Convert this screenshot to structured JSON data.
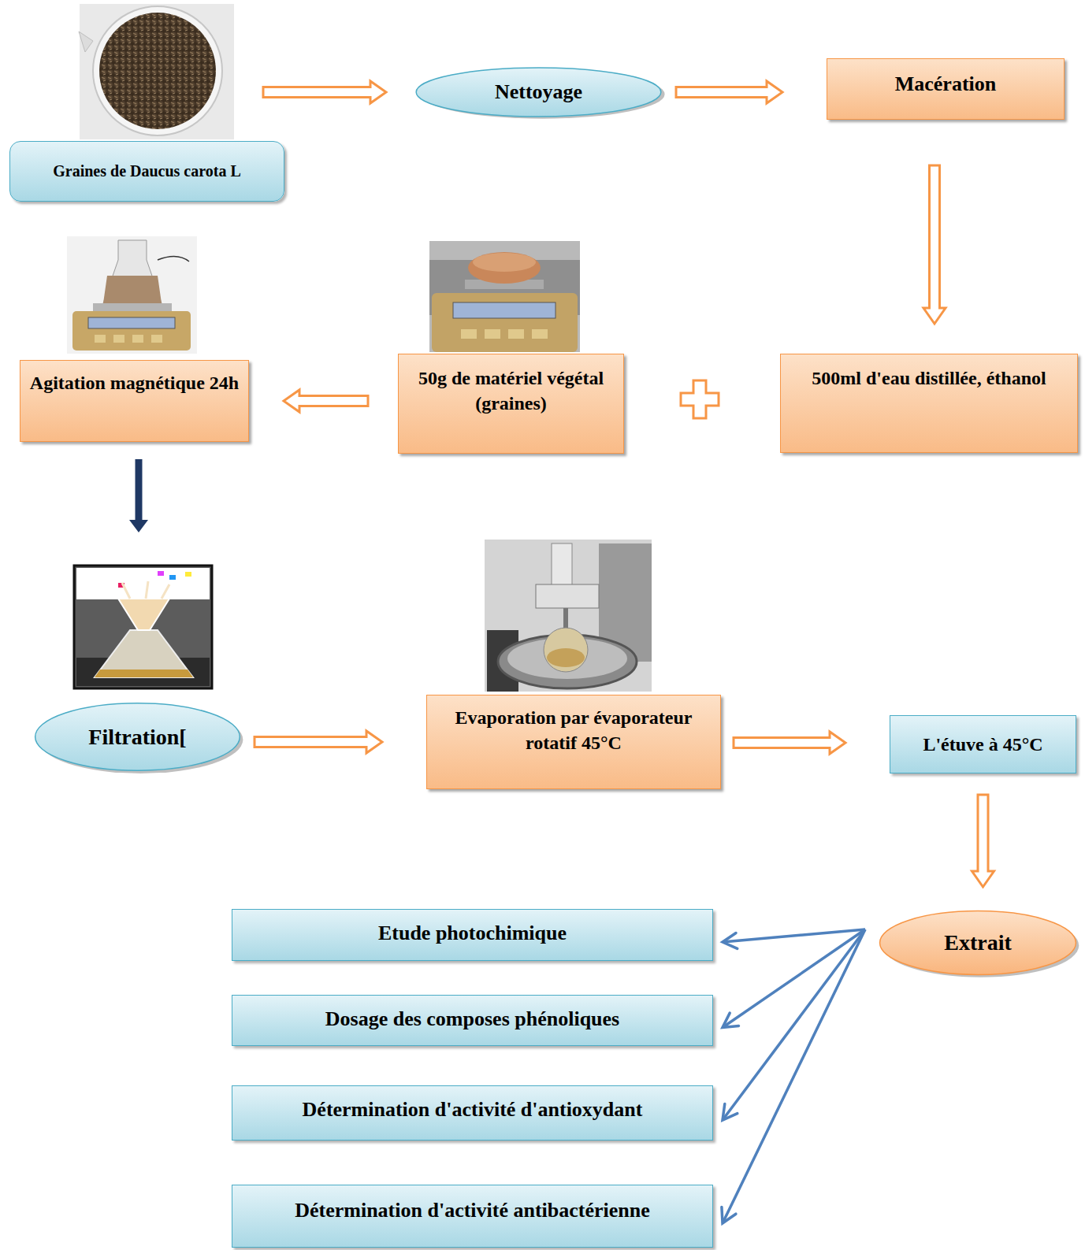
{
  "diagram": {
    "nodes": [
      {
        "text": [
          "Graines de Daucus carota L"
        ]
      },
      {
        "text": [
          "Nettoyage"
        ]
      },
      {
        "text": [
          "Macération"
        ]
      },
      {
        "text": [
          "Agitation magnétique 24h"
        ]
      },
      {
        "text": [
          "50g de matériel végétal (graines)"
        ]
      },
      {
        "text": [
          "500ml d'eau distillée, éthanol"
        ]
      },
      {
        "text": [
          "Filtration["
        ]
      },
      {
        "text": [
          "Evaporation par évaporateur rotatif 45°C"
        ]
      },
      {
        "text": [
          "L'étuve à 45°C"
        ]
      },
      {
        "text": [
          "Extrait"
        ]
      },
      {
        "text": [
          "Etude photochimique"
        ]
      },
      {
        "text": [
          "Dosage des composes phénoliques"
        ]
      },
      {
        "text": [
          "Détermination d'activité d'antioxydant"
        ]
      },
      {
        "text": [
          "Détermination d'activité antibactérienne"
        ]
      }
    ],
    "edges": [
      {
        "from": 0,
        "to": 1,
        "arrow": "to"
      },
      {
        "from": 1,
        "to": 2,
        "arrow": "to"
      },
      {
        "from": 2,
        "to": 5,
        "arrow": "to"
      },
      {
        "from": 4,
        "to": 3,
        "arrow": "to"
      },
      {
        "from": 3,
        "to": 6,
        "arrow": "to"
      },
      {
        "from": 6,
        "to": 7,
        "arrow": "to"
      },
      {
        "from": 7,
        "to": 8,
        "arrow": "to"
      },
      {
        "from": 8,
        "to": 9,
        "arrow": "to"
      },
      {
        "from": 9,
        "to": 10,
        "arrow": "to"
      },
      {
        "from": 9,
        "to": 11,
        "arrow": "to"
      },
      {
        "from": 9,
        "to": 12,
        "arrow": "to"
      },
      {
        "from": 9,
        "to": 13,
        "arrow": "to"
      }
    ]
  }
}
